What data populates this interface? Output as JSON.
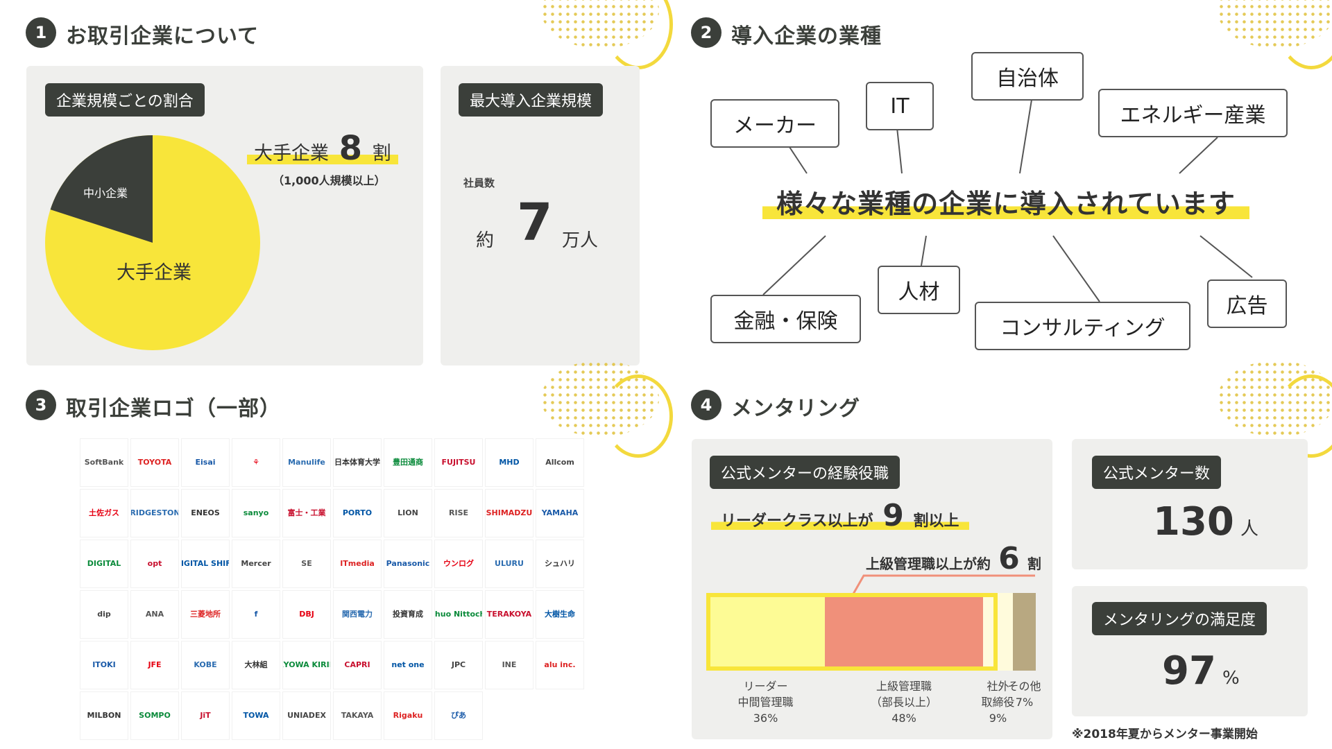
{
  "colors": {
    "accent": "#f8e53a",
    "dark": "#3b3f3a",
    "panel": "#efefed",
    "salmon": "#f0907a",
    "khaki": "#b8a881",
    "lightyellow": "#fdfb95",
    "cream": "#fffbdc"
  },
  "s1": {
    "num": "1",
    "title": "お取引企業について",
    "ratio_label": "企業規模ごとの割合",
    "pie": {
      "sme_label": "中小企業",
      "large_label": "大手企業",
      "large_pct": 80
    },
    "headline_a": "大手企業",
    "headline_num": "8",
    "headline_b": "割",
    "headline_sub": "（1,000人規模以上）",
    "max_label": "最大導入企業規模",
    "emp_label": "社員数",
    "approx": "約",
    "emp_num": "7",
    "emp_unit": "万人"
  },
  "s2": {
    "num": "2",
    "title": "導入企業の業種",
    "center": "様々な業種の企業に導入されています",
    "industries": {
      "maker": "メーカー",
      "it": "IT",
      "local_gov": "自治体",
      "energy": "エネルギー産業",
      "finance": "金融・保険",
      "hr": "人材",
      "consulting": "コンサルティング",
      "ad": "広告"
    }
  },
  "s3": {
    "num": "3",
    "title": "取引企業ロゴ（一部）",
    "logos": [
      [
        "SoftBank",
        "TOYOTA",
        "Eisai",
        "⚘",
        "Manulife",
        "日本体育大学",
        "豊田通商",
        "FUJITSU",
        "MHD",
        "Allcom"
      ],
      [
        "土佐ガス",
        "BRIDGESTONE",
        "ENEOS",
        "sanyo",
        "富士・工業",
        "PORTO",
        "LION",
        "RISE",
        "SHIMADZU",
        "YAMAHA"
      ],
      [
        "DIGITAL",
        "opt",
        "DIGITAL SHIFT",
        "Mercer",
        "SE",
        "ITmedia",
        "Panasonic",
        "ウンログ",
        "ULURU",
        "シュハリ"
      ],
      [
        "dip",
        "ANA",
        "三菱地所",
        "f",
        "DBJ",
        "関西電力",
        "投資育成",
        "Chuo Nittochi",
        "TERAKOYA",
        "大樹生命"
      ],
      [
        "ITOKI",
        "JFE",
        "KOBE",
        "大林組",
        "KYOWA KIRIN",
        "CAPRI",
        "net one",
        "JPC",
        "INE",
        "alu inc."
      ],
      [
        "MILBON",
        "SOMPO",
        "JiT",
        "TOWA",
        "UNIADEX",
        "TAKAYA",
        "Rigaku",
        "ぴあ"
      ]
    ]
  },
  "s4": {
    "num": "4",
    "title": "メンタリング",
    "roles_label": "公式メンターの経験役職",
    "leader_a": "リーダークラス以上が",
    "leader_num": "9",
    "leader_b": "割以上",
    "senior_a": "上級管理職以上が約",
    "senior_num": "6",
    "senior_b": "割",
    "bars": [
      {
        "l1": "リーダー",
        "l2": "中間管理職",
        "pct": "36%",
        "value": 36
      },
      {
        "l1": "上級管理職",
        "l2": "（部長以上）",
        "pct": "48%",
        "value": 48
      },
      {
        "l1": "社外",
        "l2": "取締役",
        "pct": "9%",
        "value": 9
      },
      {
        "l1": "その他",
        "l2": "",
        "pct": "7%",
        "value": 7
      }
    ],
    "count_label": "公式メンター数",
    "count_num": "130",
    "count_unit": "人",
    "sat_label": "メンタリングの満足度",
    "sat_num": "97",
    "sat_unit": "%",
    "note": "※2018年夏からメンター事業開始"
  }
}
